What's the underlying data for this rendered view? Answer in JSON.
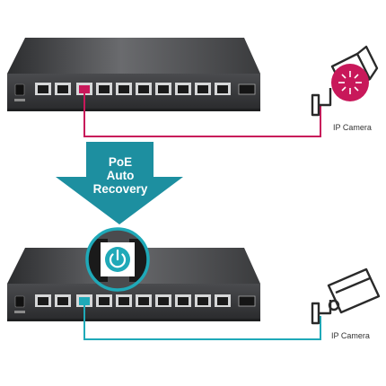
{
  "colors": {
    "fault": "#c8185a",
    "recovered": "#1fa9b8",
    "arrow": "#1d8fa0",
    "switch_body": "#3b3c3e"
  },
  "arrow": {
    "line1": "PoE",
    "line2": "Auto",
    "line3": "Recovery"
  },
  "scenario_top": {
    "camera_label": "IP Camera",
    "icon": "ip-camera-fault-icon"
  },
  "scenario_bottom": {
    "camera_label": "IP Camera",
    "icon": "ip-camera-icon"
  },
  "magnifier_icon": "power-restart-icon"
}
